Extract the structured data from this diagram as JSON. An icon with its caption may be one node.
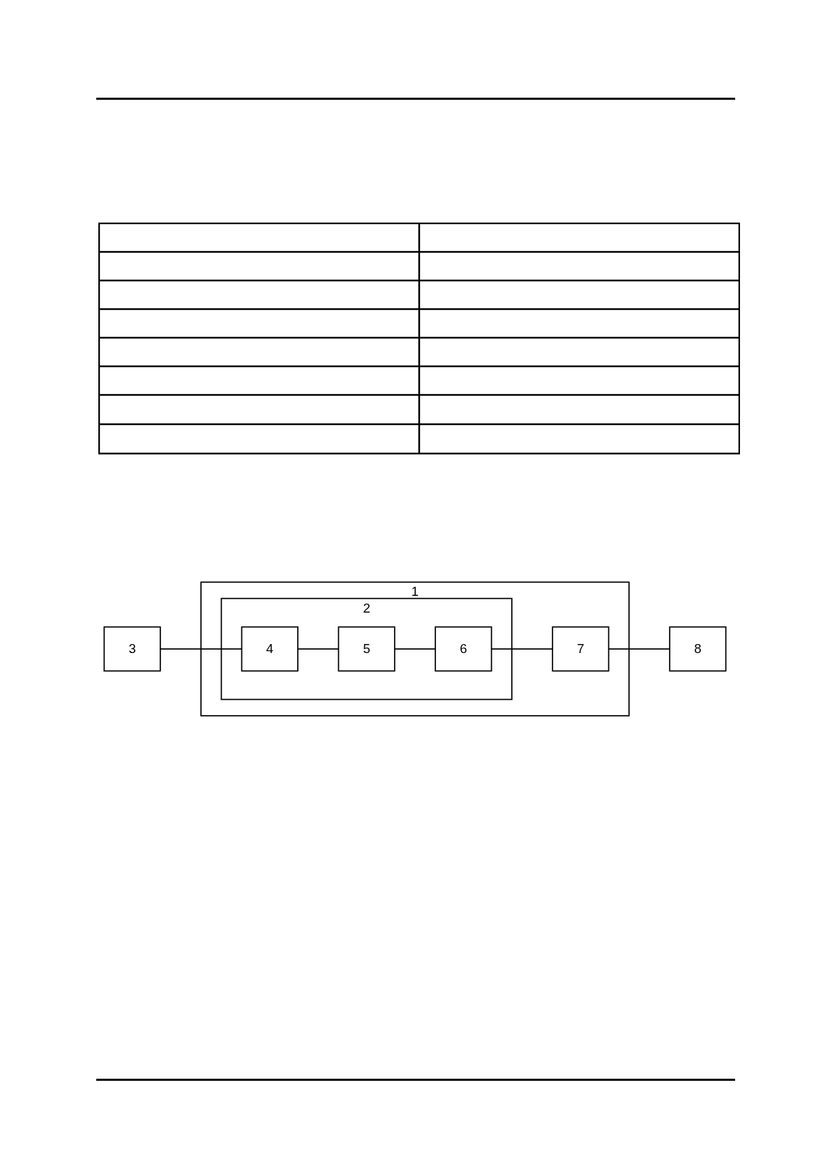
{
  "diagram": {
    "nodes": [
      {
        "text": [
          "1"
        ]
      },
      {
        "text": [
          "2"
        ],
        "in": 0
      },
      {
        "text": [
          "3"
        ]
      },
      {
        "text": [
          "4"
        ],
        "in": 1
      },
      {
        "text": [
          "5"
        ],
        "in": 1
      },
      {
        "text": [
          "6"
        ],
        "in": 1
      },
      {
        "text": [
          "7"
        ],
        "in": 0
      },
      {
        "text": [
          "8"
        ]
      }
    ],
    "edges": [
      {
        "from": 2,
        "to": 3,
        "arrow": "none"
      },
      {
        "from": 3,
        "to": 4,
        "arrow": "none"
      },
      {
        "from": 4,
        "to": 5,
        "arrow": "none"
      },
      {
        "from": 5,
        "to": 6,
        "arrow": "none"
      },
      {
        "from": 6,
        "to": 7,
        "arrow": "none"
      }
    ]
  }
}
